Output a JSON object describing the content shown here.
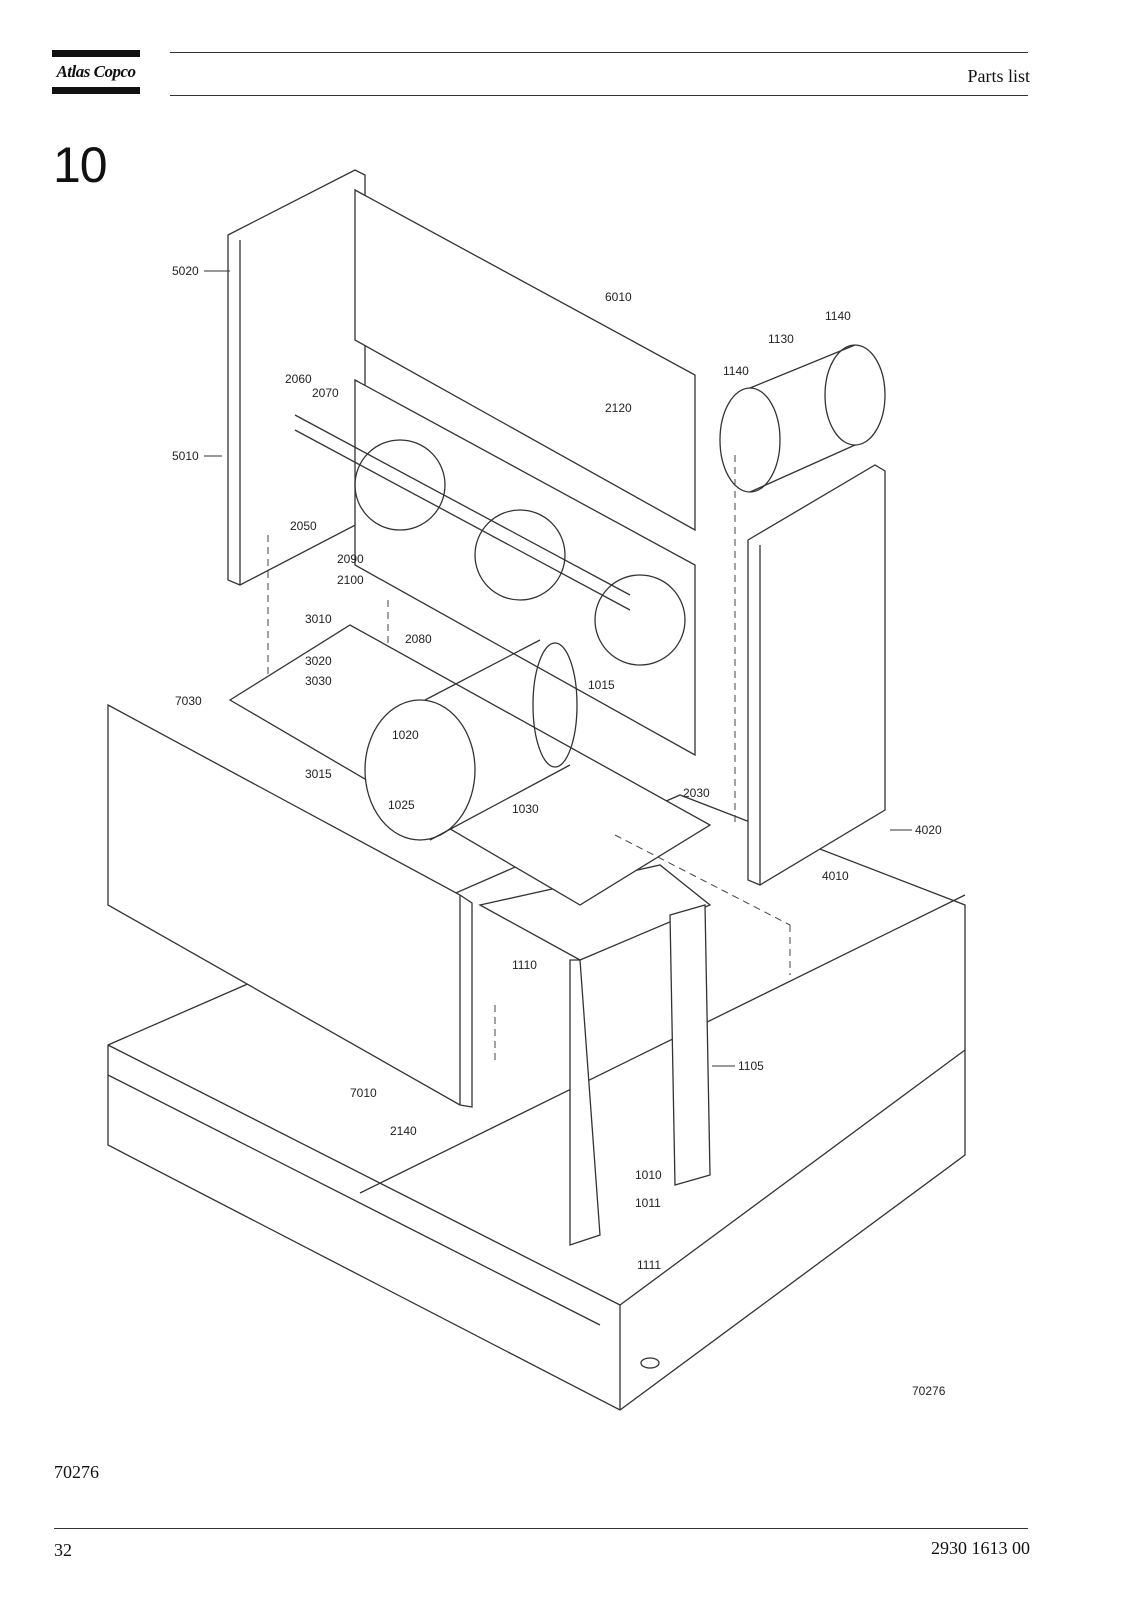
{
  "header": {
    "logo_text": "Atlas Copco",
    "title": "Parts list"
  },
  "section": {
    "number": "10"
  },
  "drawing": {
    "drawing_number": "70276",
    "labels": [
      "5020",
      "6010",
      "1140",
      "1130",
      "1140",
      "2060",
      "2070",
      "2120",
      "5010",
      "2050",
      "2090",
      "2100",
      "3010",
      "2080",
      "1015",
      "3020",
      "3030",
      "7030",
      "1020",
      "3015",
      "1025",
      "1030",
      "2030",
      "4020",
      "4010",
      "1110",
      "1105",
      "7010",
      "2140",
      "1010",
      "1011",
      "1111"
    ]
  },
  "footer": {
    "reference": "70276",
    "page_number": "32",
    "document_number": "2930 1613 00"
  }
}
